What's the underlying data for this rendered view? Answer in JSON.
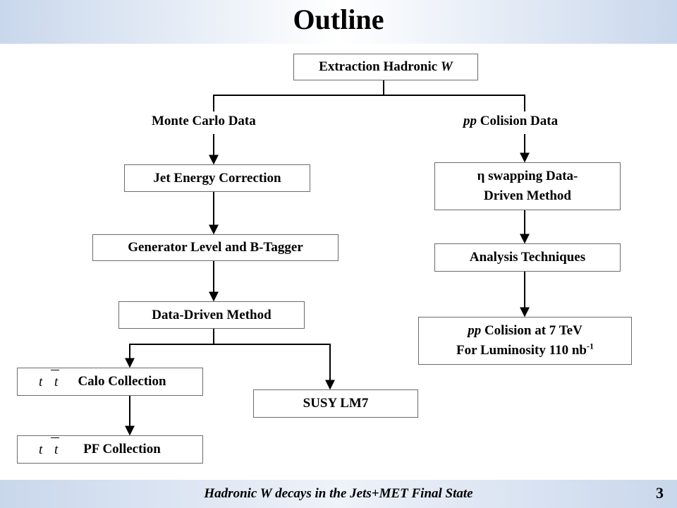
{
  "title": "Outline",
  "footer": "Hadronic W decays in the Jets+MET Final State",
  "page_number": "3",
  "nodes": {
    "root": {
      "pre": "Extraction Hadronic ",
      "em": "W"
    },
    "mc_label": "Monte Carlo Data",
    "pp_label": {
      "em": "pp",
      "post": " Colision Data"
    },
    "jec": "Jet Energy Correction",
    "gen": "Generator Level and B-Tagger",
    "ddm": "Data-Driven Method",
    "calo": {
      "t1": "t",
      "t2": "t",
      "text": "Calo Collection"
    },
    "pf": {
      "t1": "t",
      "t2": "t",
      "text": "PF Collection"
    },
    "susy": "SUSY LM7",
    "eta": {
      "line1": "η swapping Data-",
      "line2": "Driven Method"
    },
    "analysis": "Analysis Techniques",
    "colision": {
      "em": "pp",
      "post": " Colision at 7 TeV",
      "line2": "For Luminosity 110 nb",
      "sup": "-1"
    }
  }
}
